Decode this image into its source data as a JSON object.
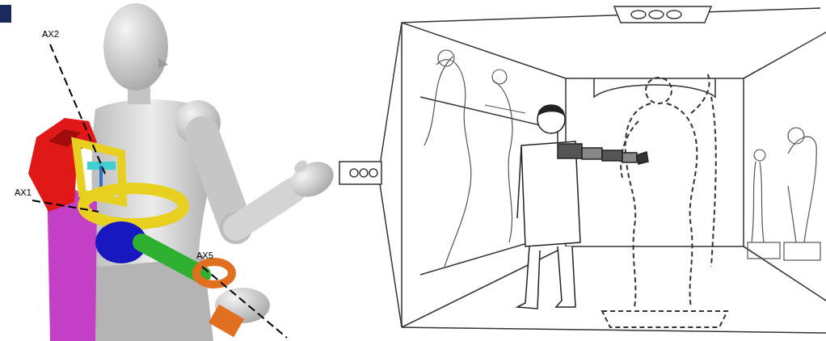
{
  "diagram": {
    "labels": [
      "AX2",
      "AX1",
      "AX5"
    ]
  }
}
